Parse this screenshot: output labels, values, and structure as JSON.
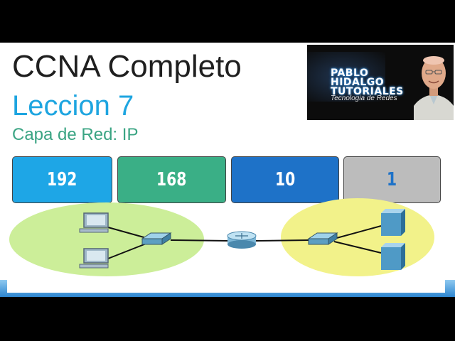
{
  "slide": {
    "title": "CCNA Completo",
    "subtitle": "Leccion 7",
    "topic": "Capa de Red: IP"
  },
  "logo": {
    "line1": "PABLO",
    "line2": "HIDALGO",
    "line3": "TUTORIALES",
    "tagline": "Tecnologia de Redes"
  },
  "ip_octets": [
    "192",
    "168",
    "10",
    "1"
  ],
  "colors": {
    "octet1": "#1ea6e6",
    "octet2": "#3aaf86",
    "octet3": "#1e72c8",
    "octet4": "#bcbcbc",
    "left_network": "#ccee99",
    "right_network": "#f2f28a"
  },
  "icons": [
    "computer-icon",
    "switch-icon",
    "router-icon",
    "server-icon"
  ]
}
